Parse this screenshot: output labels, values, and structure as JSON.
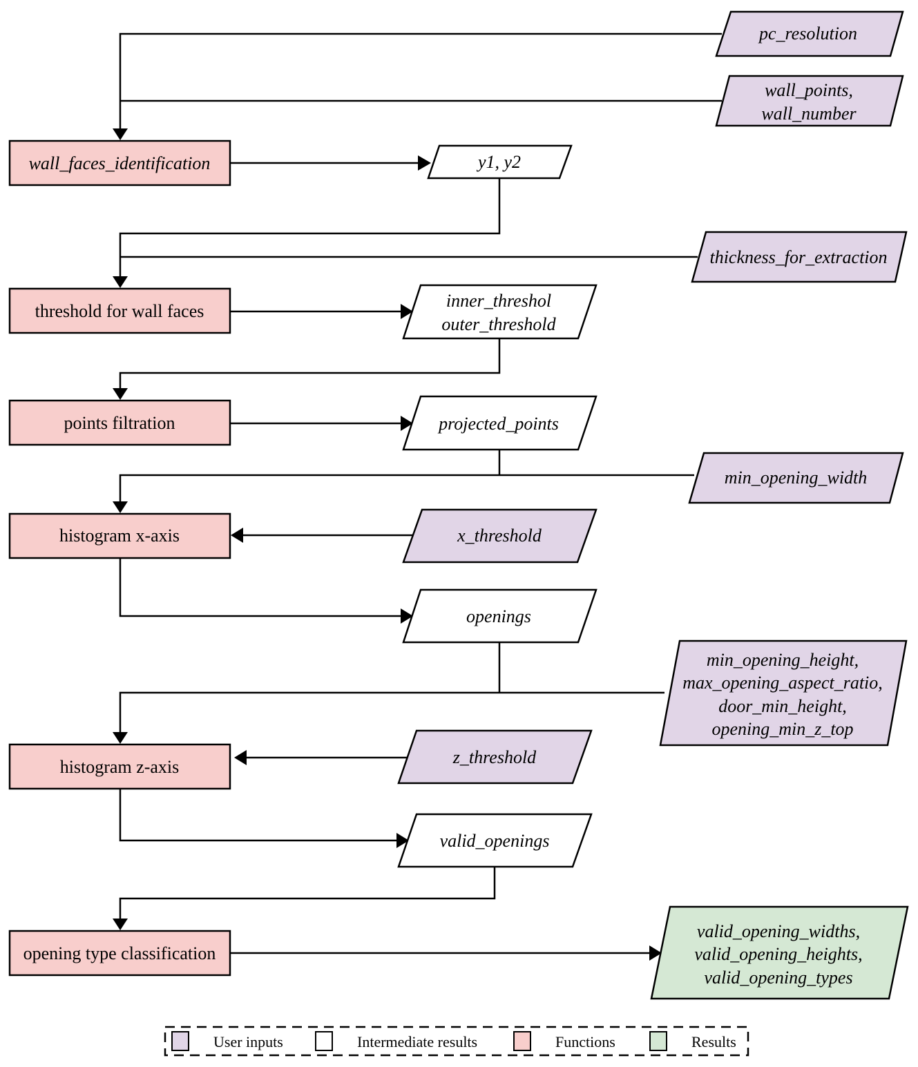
{
  "functions": {
    "wall_faces_identification": "wall_faces_identification",
    "threshold_for_wall_faces": "threshold for wall faces",
    "points_filtration": "points filtration",
    "histogram_x": "histogram x-axis",
    "histogram_z": "histogram z-axis",
    "opening_type_classification": "opening type classification"
  },
  "user_inputs": {
    "pc_resolution": "pc_resolution",
    "wall_points": [
      "wall_points,",
      "wall_number"
    ],
    "thickness_for_extraction": "thickness_for_extraction",
    "min_opening_width": "min_opening_width",
    "x_threshold": "x_threshold",
    "opening_params": [
      "min_opening_height,",
      "max_opening_aspect_ratio,",
      "door_min_height,",
      "opening_min_z_top"
    ],
    "z_threshold": "z_threshold"
  },
  "intermediate": {
    "y1_y2": "y1, y2",
    "thresholds": [
      "inner_threshol",
      "outer_threshold"
    ],
    "projected_points": "projected_points",
    "openings": "openings",
    "valid_openings": "valid_openings"
  },
  "results": {
    "valid_outputs": [
      "valid_opening_widths,",
      "valid_opening_heights,",
      "valid_opening_types"
    ]
  },
  "legend": {
    "user_inputs": "User inputs",
    "intermediate_results": "Intermediate results",
    "functions": "Functions",
    "results": "Results"
  },
  "colors": {
    "function_fill": "#f8cecc",
    "user_input_fill": "#e1d5e7",
    "intermediate_fill": "#ffffff",
    "result_fill": "#d5e8d4"
  }
}
